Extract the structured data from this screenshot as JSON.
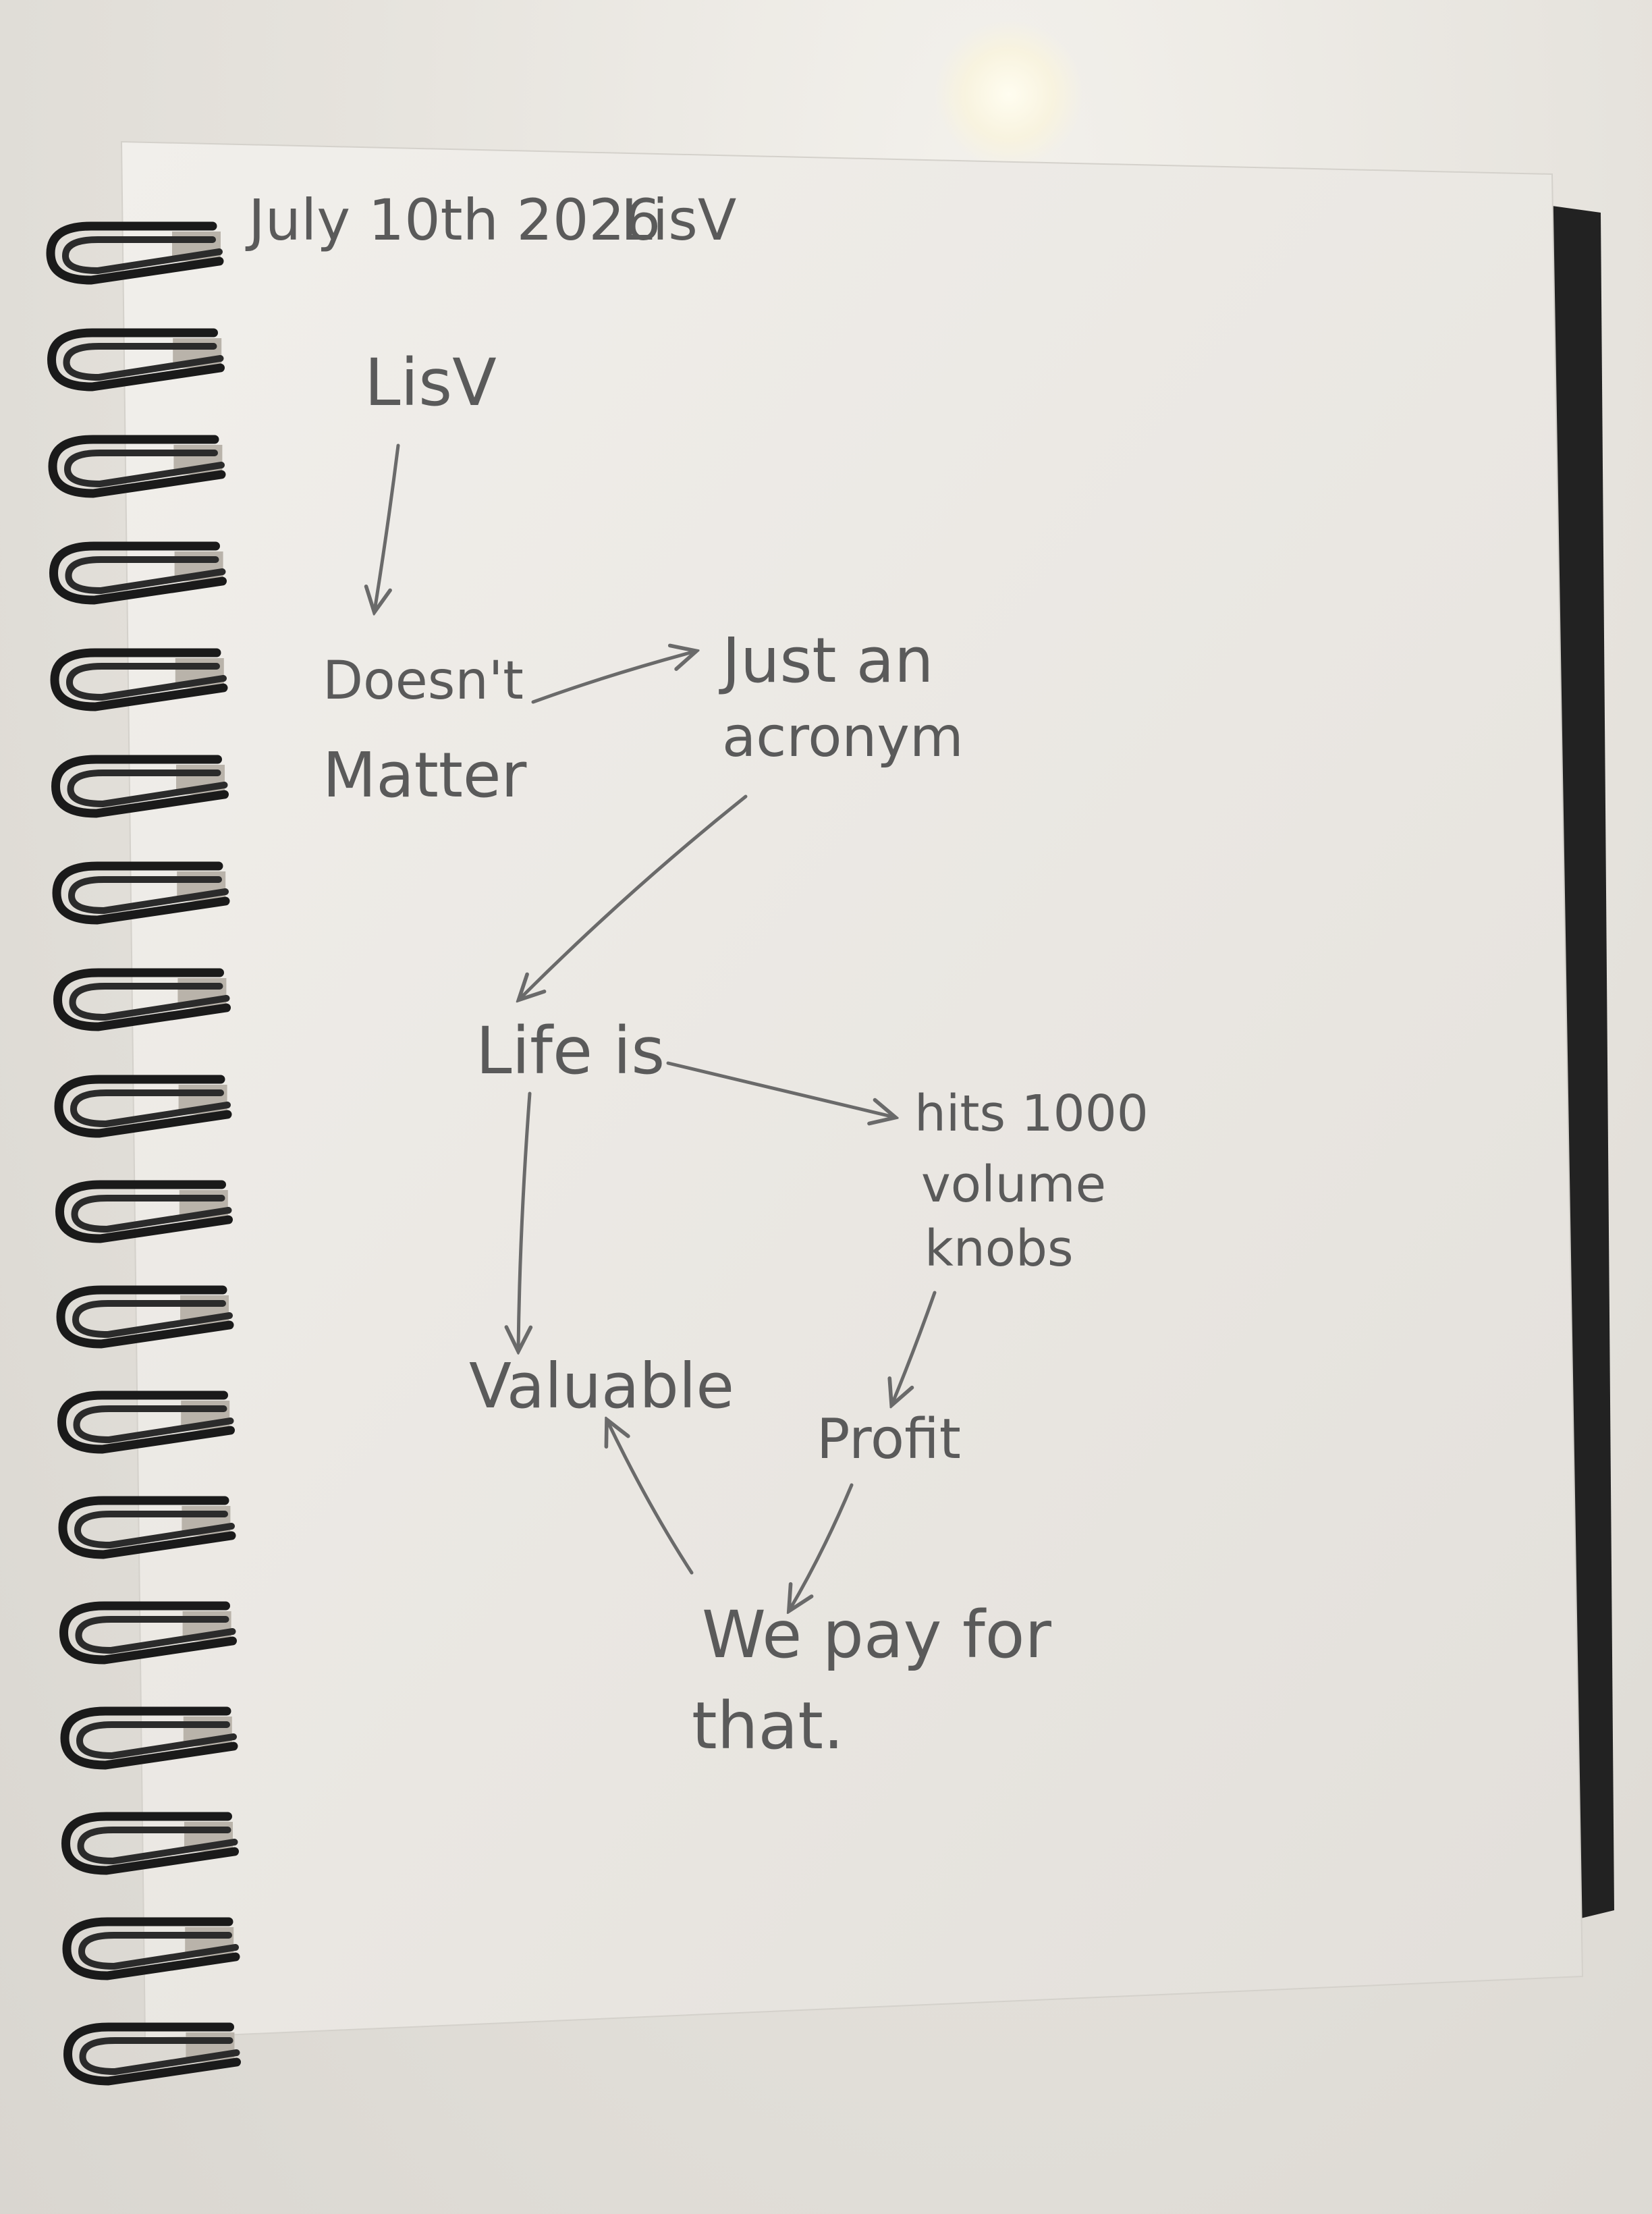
{
  "header": {
    "date": "July 10th 2026",
    "name": "LisV"
  },
  "nodes": {
    "lisv": "LisV",
    "doesnt_line1": "Doesn't",
    "doesnt_line2": "Matter",
    "just_line1": "Just an",
    "just_line2": "acronym",
    "life": "Life is",
    "hits_line1": "hits 1000",
    "hits_line2": "volume",
    "hits_line3": "knobs",
    "valuable": "Valuable",
    "profit": "Profit",
    "pay_line1": "We pay for",
    "pay_line2": "that."
  },
  "colors": {
    "ink": "#5a5a5a",
    "paper": "#ebe9e4",
    "coil": "#1a1a1a",
    "backing": "#222222"
  }
}
